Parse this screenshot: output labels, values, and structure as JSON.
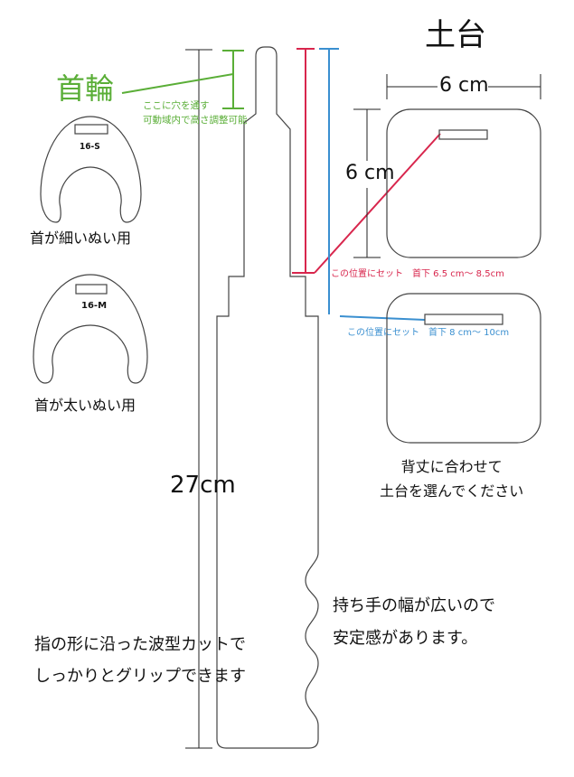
{
  "title": "土台",
  "collar": {
    "title": "首輪",
    "note": "ここに穴を通す\n可動域内で高さ調整可能"
  },
  "dimensions": {
    "base_width": "6 cm",
    "base_height": "6 cm",
    "total_length": "27cm"
  },
  "positions": {
    "red": "この位置にセット　首下 6.5 cm〜 8.5cm",
    "blue": "この位置にセット　首下 8 cm〜 10cm"
  },
  "collars": [
    {
      "tag": "16-S",
      "caption": "首が細いぬい用"
    },
    {
      "tag": "16-M",
      "caption": "首が太いぬい用"
    }
  ],
  "captions": {
    "choose_base": "背丈に合わせて\n土台を選んでください",
    "handle": "持ち手の幅が広いので\n安定感があります。",
    "grip": "指の形に沿った波型カットで\nしっかりとグリップできます"
  },
  "colors": {
    "collar_green": "#5aae37",
    "position_red": "#d8264d",
    "position_blue": "#3a8fd0",
    "outline": "#444444"
  }
}
